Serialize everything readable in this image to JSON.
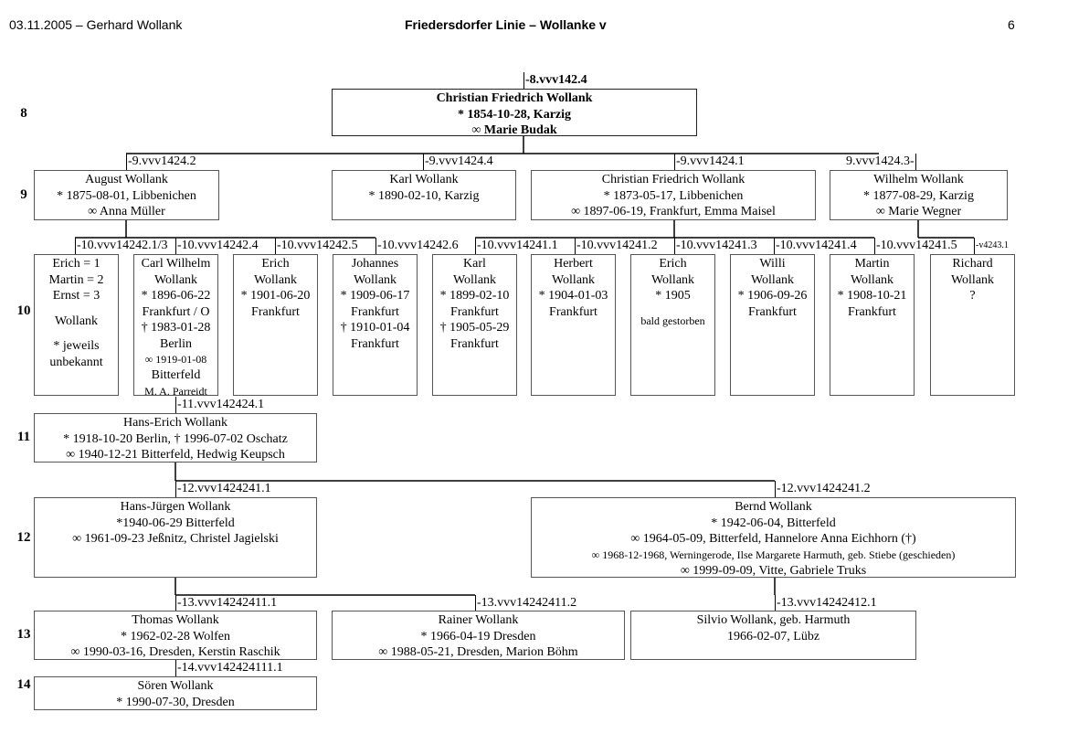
{
  "header": {
    "left": "03.11.2005 – Gerhard Wollank",
    "title": "Friedersdorfer Linie – Wollanke v",
    "page": "6"
  },
  "generations": [
    "8",
    "9",
    "10",
    "11",
    "12",
    "13",
    "14"
  ],
  "persons": [
    {
      "id": "p8",
      "ref": "-8.vvv142.4",
      "lines": [
        "Christian Friedrich Wollank",
        "* 1854-10-28, Karzig",
        "∞ Marie Budak"
      ]
    },
    {
      "id": "p9a",
      "ref": "-9.vvv1424.2",
      "lines": [
        "August Wollank",
        "* 1875-08-01, Libbenichen",
        "∞ Anna  Müller"
      ]
    },
    {
      "id": "p9b",
      "ref": "-9.vvv1424.4",
      "lines": [
        "Karl Wollank",
        "* 1890-02-10, Karzig"
      ]
    },
    {
      "id": "p9c",
      "ref": "-9.vvv1424.1",
      "lines": [
        "Christian Friedrich Wollank",
        "* 1873-05-17, Libbenichen",
        "∞ 1897-06-19, Frankfurt, Emma Maisel"
      ]
    },
    {
      "id": "p9d",
      "ref": "9.vvv1424.3-",
      "lines": [
        "Wilhelm Wollank",
        "* 1877-08-29, Karzig",
        "∞ Marie Wegner"
      ]
    },
    {
      "id": "p10a",
      "ref": "-10.vvv14242.1/3",
      "lines": [
        "Erich = 1",
        "Martin = 2",
        "Ernst = 3",
        "Wollank",
        "* jeweils",
        "unbekannt"
      ]
    },
    {
      "id": "p10b",
      "ref": "-10.vvv14242.4",
      "lines": [
        "Carl Wilhelm",
        "Wollank",
        "* 1896-06-22",
        "Frankfurt / O",
        "† 1983-01-28",
        "Berlin",
        "∞ 1919-01-08",
        "Bitterfeld",
        "M. A. Parreidt"
      ]
    },
    {
      "id": "p10c",
      "ref": "-10.vvv14242.5",
      "lines": [
        "Erich",
        "Wollank",
        "* 1901-06-20",
        "Frankfurt"
      ]
    },
    {
      "id": "p10d",
      "ref": "-10.vvv14242.6",
      "lines": [
        "Johannes",
        "Wollank",
        "* 1909-06-17",
        "Frankfurt",
        "† 1910-01-04",
        "Frankfurt"
      ]
    },
    {
      "id": "p10e",
      "ref": "-10.vvv14241.1",
      "lines": [
        "Karl",
        "Wollank",
        "* 1899-02-10",
        "Frankfurt",
        "† 1905-05-29",
        "Frankfurt"
      ]
    },
    {
      "id": "p10f",
      "ref": "-10.vvv14241.2",
      "lines": [
        "Herbert",
        "Wollank",
        "* 1904-01-03",
        "Frankfurt"
      ]
    },
    {
      "id": "p10g",
      "ref": "-10.vvv14241.3",
      "lines": [
        "Erich",
        "Wollank",
        "* 1905",
        "bald gestorben"
      ]
    },
    {
      "id": "p10h",
      "ref": "-10.vvv14241.4",
      "lines": [
        "Willi",
        "Wollank",
        "* 1906-09-26",
        "Frankfurt"
      ]
    },
    {
      "id": "p10i",
      "ref": "-10.vvv14241.5",
      "lines": [
        "Martin",
        "Wollank",
        "* 1908-10-21",
        "Frankfurt"
      ]
    },
    {
      "id": "p10j",
      "ref": "-v4243.1",
      "lines": [
        "Richard",
        "Wollank",
        "?"
      ]
    },
    {
      "id": "p11",
      "ref": "-11.vvv142424.1",
      "lines": [
        "Hans-Erich Wollank",
        "* 1918-10-20  Berlin, † 1996-07-02 Oschatz",
        "∞ 1940-12-21 Bitterfeld, Hedwig Keupsch"
      ]
    },
    {
      "id": "p12a",
      "ref": "-12.vvv1424241.1",
      "lines": [
        "Hans-Jürgen Wollank",
        "*1940-06-29 Bitterfeld",
        "∞ 1961-09-23 Jeßnitz, Christel Jagielski"
      ]
    },
    {
      "id": "p12b",
      "ref": "-12.vvv1424241.2",
      "lines": [
        "Bernd Wollank",
        "* 1942-06-04, Bitterfeld",
        "∞ 1964-05-09, Bitterfeld, Hannelore Anna Eichhorn (†)",
        "∞ 1968-12-1968, Werningerode, Ilse Margarete Harmuth, geb. Stiebe (geschieden)",
        "∞ 1999-09-09, Vitte, Gabriele Truks"
      ]
    },
    {
      "id": "p13a",
      "ref": "-13.vvv14242411.1",
      "lines": [
        "Thomas Wollank",
        "* 1962-02-28 Wolfen",
        "∞ 1990-03-16, Dresden, Kerstin  Raschik"
      ]
    },
    {
      "id": "p13b",
      "ref": "-13.vvv14242411.2",
      "lines": [
        "Rainer Wollank",
        "* 1966-04-19 Dresden",
        "∞ 1988-05-21, Dresden, Marion Böhm"
      ]
    },
    {
      "id": "p13c",
      "ref": "-13.vvv14242412.1",
      "lines": [
        "Silvio Wollank, geb. Harmuth",
        "1966-02-07, Lübz"
      ]
    },
    {
      "id": "p14",
      "ref": "-14.vvv142424111.1",
      "lines": [
        "Sören Wollank",
        "* 1990-07-30, Dresden"
      ]
    }
  ]
}
